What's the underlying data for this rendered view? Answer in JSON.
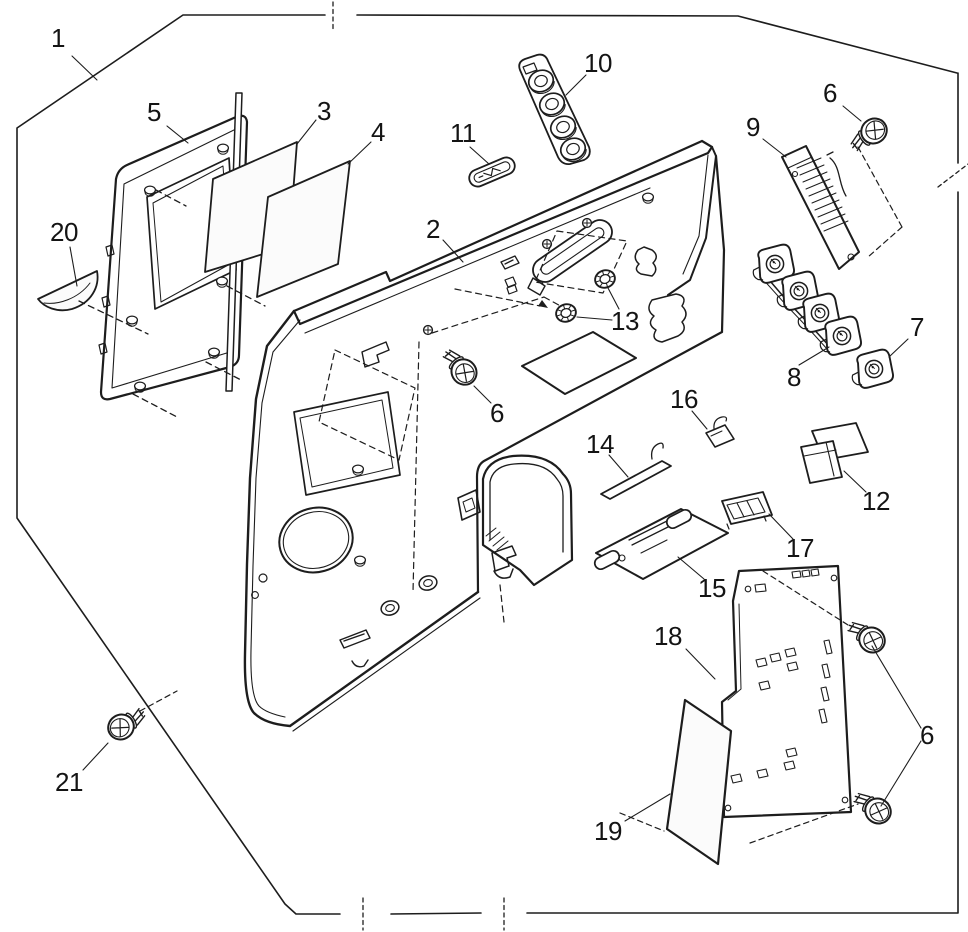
{
  "figure": {
    "kind": "exploded-parts-diagram",
    "background": "#ffffff",
    "line_color": "#1d1d1d"
  },
  "callouts": {
    "n1": {
      "text": "1"
    },
    "n2": {
      "text": "2"
    },
    "n3": {
      "text": "3"
    },
    "n4": {
      "text": "4"
    },
    "n5": {
      "text": "5"
    },
    "n6a": {
      "text": "6"
    },
    "n6b": {
      "text": "6"
    },
    "n6c": {
      "text": "6"
    },
    "n7": {
      "text": "7"
    },
    "n8": {
      "text": "8"
    },
    "n9": {
      "text": "9"
    },
    "n10": {
      "text": "10"
    },
    "n11": {
      "text": "11"
    },
    "n12": {
      "text": "12"
    },
    "n13": {
      "text": "13"
    },
    "n14": {
      "text": "14"
    },
    "n15": {
      "text": "15"
    },
    "n16": {
      "text": "16"
    },
    "n17": {
      "text": "17"
    },
    "n18": {
      "text": "18"
    },
    "n19": {
      "text": "19"
    },
    "n20": {
      "text": "20"
    },
    "n21": {
      "text": "21"
    }
  }
}
